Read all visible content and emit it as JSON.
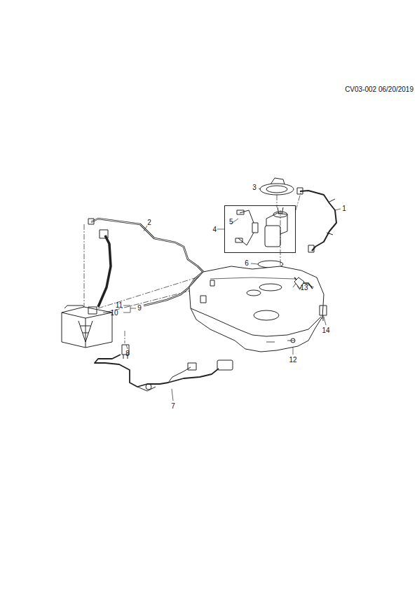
{
  "diagram": {
    "nodes": [
      {
        "text": [
          "4",
          "5"
        ]
      }
    ],
    "labels": [
      "CV03-002 06/20/2019",
      "1",
      "2",
      "3",
      "6",
      "7",
      "8",
      "9",
      "10",
      "11",
      "12",
      "13",
      "14"
    ]
  }
}
